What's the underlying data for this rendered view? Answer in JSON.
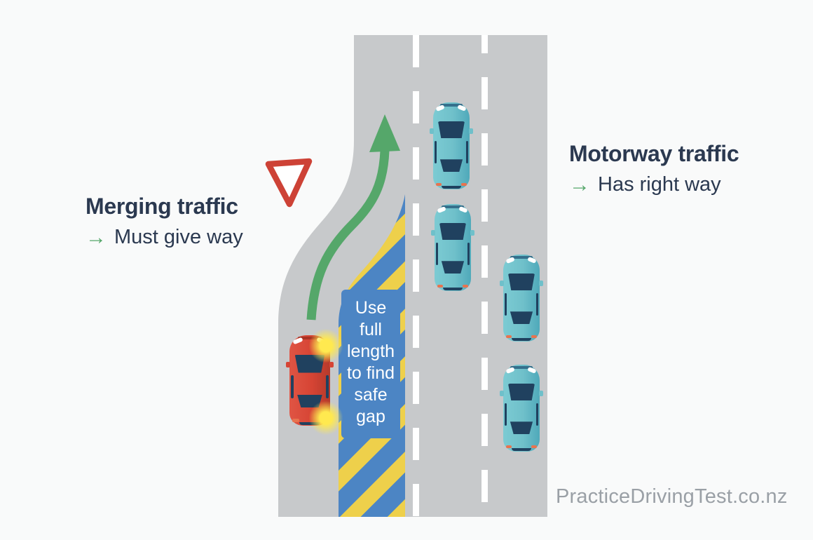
{
  "page": {
    "background": "#f9fafa"
  },
  "colors": {
    "road_gray": "#c7c9cb",
    "lane_marking": "#ffffff",
    "merge_blue": "#4c85c4",
    "stripe_yellow": "#eed04b",
    "arrow_green": "#55a76a",
    "sign_red": "#cd4236",
    "heading_navy": "#2b3950",
    "watermark_gray": "#9aa0a6",
    "teal_car": "#6fc0ca",
    "red_car": "#d64434",
    "window_navy": "#20415f",
    "taillight_orange": "#e8734f",
    "indicator_yellow": "#ffe94f"
  },
  "labels": {
    "merging": {
      "title": "Merging traffic",
      "arrow_glyph": "→",
      "rule": "Must give way"
    },
    "motorway": {
      "title": "Motorway traffic",
      "arrow_glyph": "→",
      "rule": "Has right way"
    }
  },
  "merge_lane": {
    "instruction": "Use\nfull\nlength\nto find\nsafe\ngap"
  },
  "watermark": {
    "text": "PracticeDrivingTest.co.nz"
  },
  "scene": {
    "sign": "give-way",
    "merging_car_count": 1,
    "motorway_car_count": 4
  }
}
